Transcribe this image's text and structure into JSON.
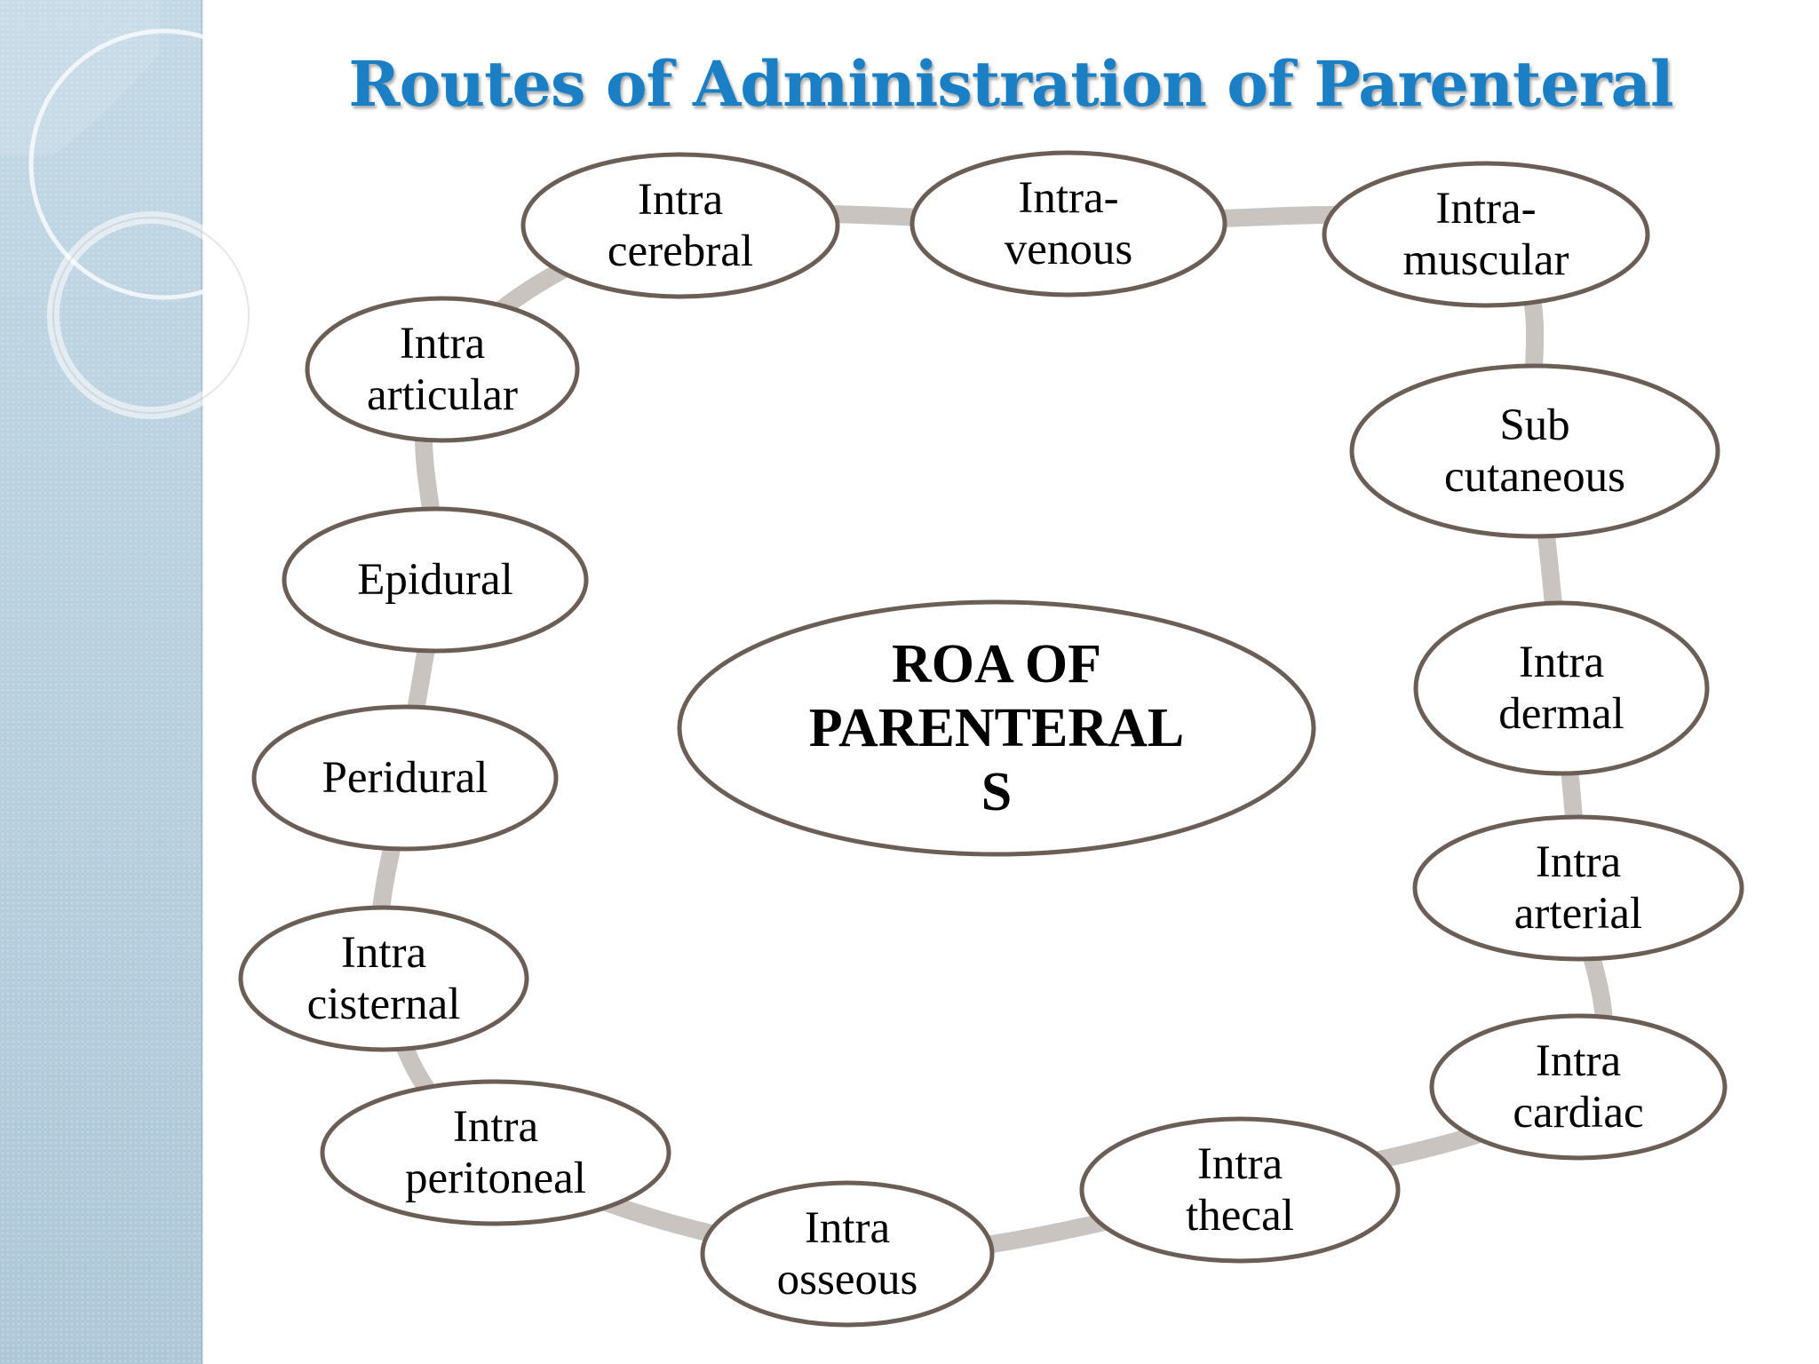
{
  "slide": {
    "title": "Routes of Administration of Parenteral",
    "colors": {
      "title": "#1a7fc4",
      "ring": "#c9c4c0",
      "node_stroke": "#6b5e57",
      "side_band": "#b7cfdd"
    }
  },
  "diagram": {
    "center": {
      "lines": [
        "ROA OF",
        "PARENTERAL",
        "S"
      ]
    },
    "nodes": [
      {
        "id": "intra-venous",
        "lines": [
          "Intra-",
          "venous"
        ]
      },
      {
        "id": "intra-muscular",
        "lines": [
          "Intra-",
          "muscular"
        ]
      },
      {
        "id": "sub-cutaneous",
        "lines": [
          "Sub",
          "cutaneous"
        ]
      },
      {
        "id": "intra-dermal",
        "lines": [
          "Intra",
          "dermal"
        ]
      },
      {
        "id": "intra-arterial",
        "lines": [
          "Intra",
          "arterial"
        ]
      },
      {
        "id": "intra-cardiac",
        "lines": [
          "Intra",
          "cardiac"
        ]
      },
      {
        "id": "intra-thecal",
        "lines": [
          "Intra",
          "thecal"
        ]
      },
      {
        "id": "intra-osseous",
        "lines": [
          "Intra",
          "osseous"
        ]
      },
      {
        "id": "intra-peritoneal",
        "lines": [
          "Intra",
          "peritoneal"
        ]
      },
      {
        "id": "intra-cisternal",
        "lines": [
          "Intra",
          "cisternal"
        ]
      },
      {
        "id": "peridural",
        "lines": [
          "Peridural"
        ]
      },
      {
        "id": "epidural",
        "lines": [
          "Epidural"
        ]
      },
      {
        "id": "intra-articular",
        "lines": [
          "Intra",
          "articular"
        ]
      },
      {
        "id": "intra-cerebral",
        "lines": [
          "Intra",
          "cerebral"
        ]
      }
    ]
  }
}
